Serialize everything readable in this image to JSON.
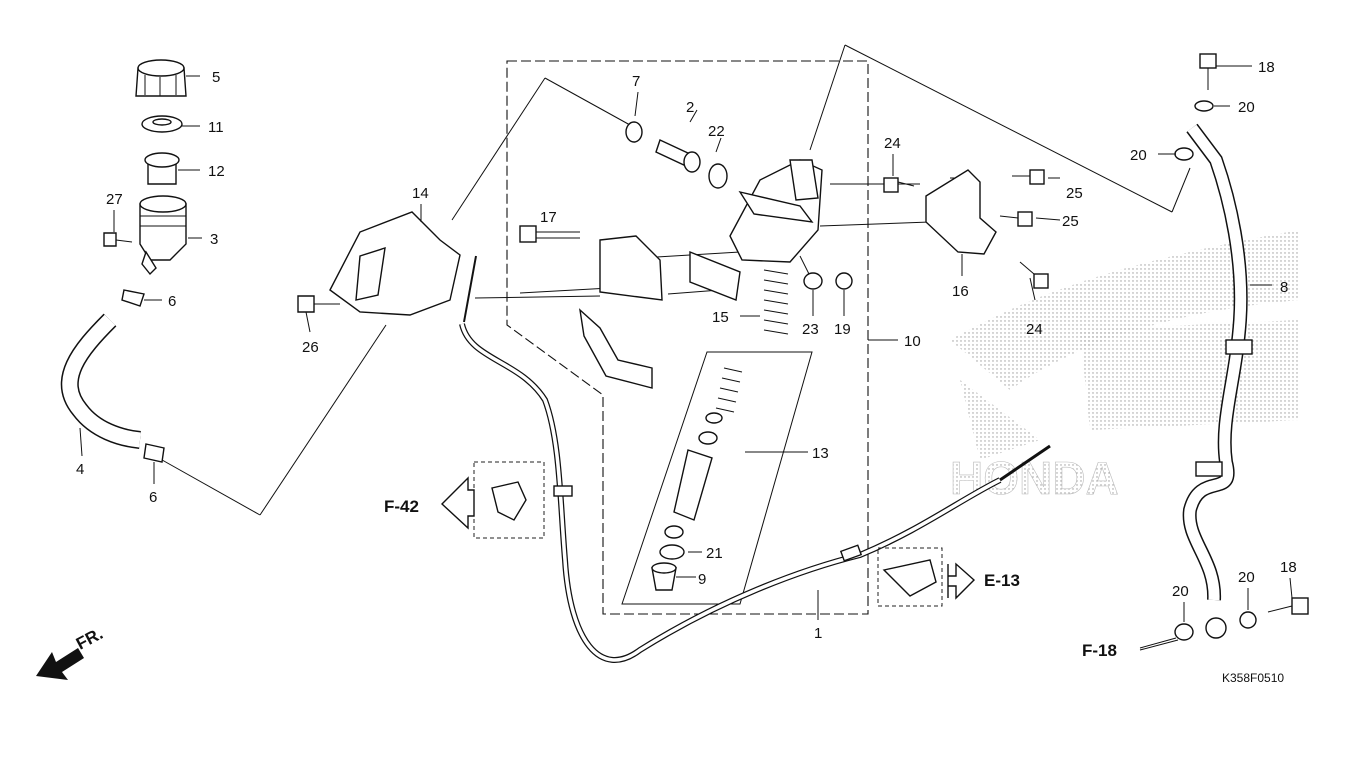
{
  "diagram": {
    "catalog_code": "K358F0510",
    "orientation_label": "FR.",
    "watermark_text": "HONDA",
    "references": {
      "f42": "F-42",
      "e13": "E-13",
      "f18": "F-18"
    },
    "callouts": {
      "c5": "5",
      "c11": "11",
      "c12": "12",
      "c27": "27",
      "c3": "3",
      "c6a": "6",
      "c6b": "6",
      "c4": "4",
      "c14": "14",
      "c26": "26",
      "c7": "7",
      "c2": "2",
      "c22": "22",
      "c17": "17",
      "c15": "15",
      "c23": "23",
      "c19": "19",
      "c10": "10",
      "c13": "13",
      "c21": "21",
      "c9": "9",
      "c24a": "24",
      "c25a": "25",
      "c25b": "25",
      "c16": "16",
      "c24b": "24",
      "c18a": "18",
      "c20a": "20",
      "c20b": "20",
      "c8": "8",
      "c20c": "20",
      "c20d": "20",
      "c18b": "18",
      "c1": "1"
    }
  }
}
